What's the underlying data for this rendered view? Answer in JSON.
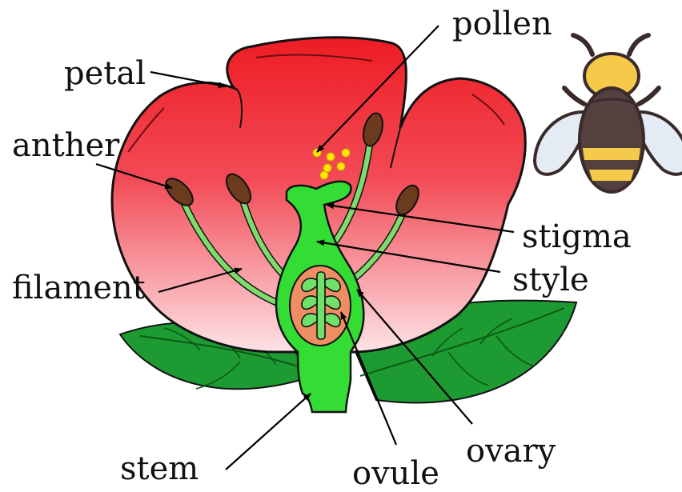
{
  "labels": {
    "pollen": "pollen",
    "petal": "petal",
    "anther": "anther",
    "stigma": "stigma",
    "style": "style",
    "filament": "filament",
    "stem": "stem",
    "ovule": "ovule",
    "ovary": "ovary"
  },
  "colors": {
    "petal_top": "#ee1c24",
    "petal_bottom": "#fde3e6",
    "leaf": "#1e9a32",
    "leaf_vein": "#0a5a16",
    "pistil": "#33dd33",
    "filament": "#7edc6e",
    "anther": "#6b3b1e",
    "ovary_inner": "#ee8e62",
    "ovule": "#6fe06a",
    "pollen": "#ffe600",
    "bee_body": "#54403f",
    "bee_stripe": "#f5c94a",
    "bee_wing": "#e4ebf4"
  },
  "icons": [
    "flower-illustration",
    "bee-icon"
  ]
}
